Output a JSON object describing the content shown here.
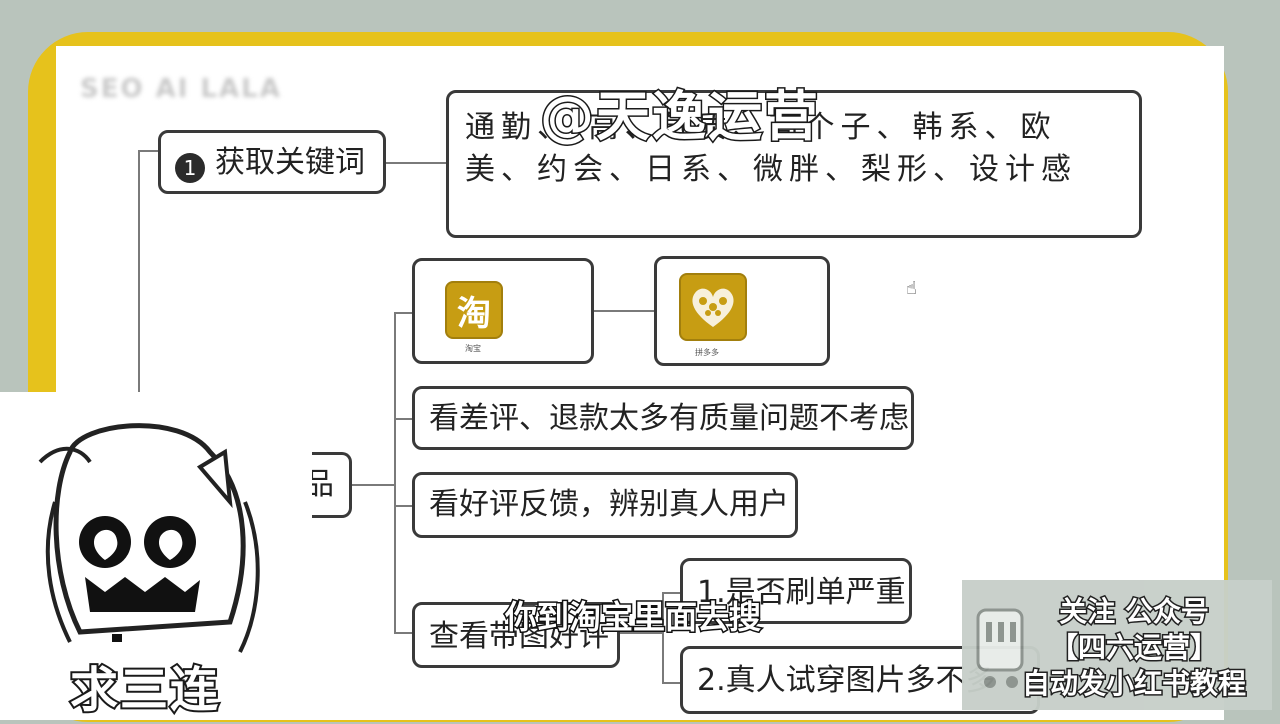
{
  "watermark": "@天逸运营",
  "blurred_title": "SEO AI LALA",
  "keyword_node": {
    "number": "1",
    "label": "获取关键词",
    "keywords": "通勤、 高、气质、高个子、韩系、欧美、约会、日系、微胖、梨形、设计感"
  },
  "apps": {
    "taobao": {
      "glyph": "淘",
      "caption": "淘宝"
    },
    "pinduoduo": {
      "caption": "拼多多"
    }
  },
  "branch_nodes": [
    {
      "label": "看差评、退款太多有质量问题不考虑"
    },
    {
      "label": "看好评反馈，辨别真人用户"
    },
    {
      "label": "查看带图好评"
    }
  ],
  "parent_node_partial": "品",
  "sub_nodes": [
    {
      "label": "1.是否刷单严重"
    },
    {
      "label": "2.真人试穿图片多不多"
    }
  ],
  "subtitle": "你到淘宝里面去搜",
  "mascot_caption": "求三连",
  "promo": {
    "line1": "关注 公众号",
    "line2": "【四六运营】",
    "line3": "自动发小红书教程"
  },
  "colors": {
    "frame_yellow": "#e6c21c",
    "app_gold": "#c79d13",
    "node_border": "#3a3a3a"
  }
}
